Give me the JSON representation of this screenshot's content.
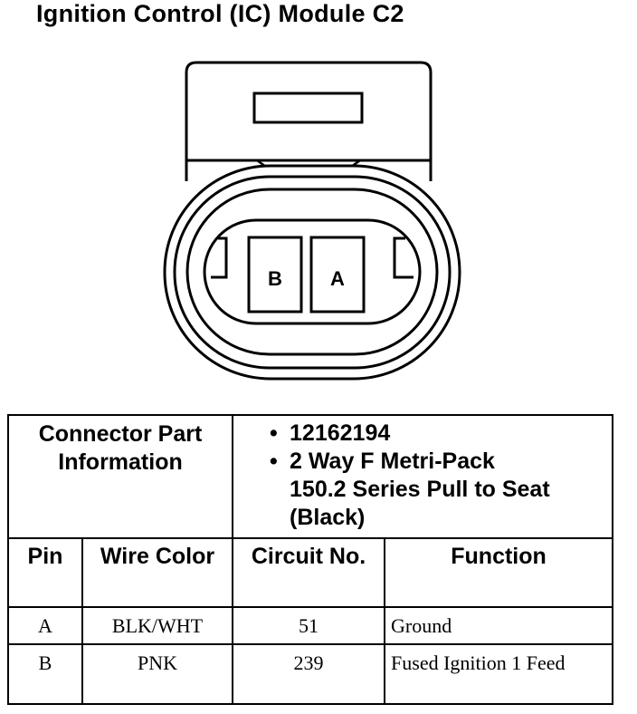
{
  "title": "Ignition Control (IC) Module C2",
  "connector": {
    "pins": [
      "B",
      "A"
    ]
  },
  "part_info": {
    "label": "Connector Part Information",
    "items": [
      "12162194",
      "2 Way F Metri-Pack 150.2 Series Pull to Seat (Black)"
    ]
  },
  "table": {
    "headers": [
      "Pin",
      "Wire Color",
      "Circuit No.",
      "Function"
    ],
    "rows": [
      [
        "A",
        "BLK/WHT",
        "51",
        "Ground"
      ],
      [
        "B",
        "PNK",
        "239",
        "Fused Ignition 1 Feed"
      ]
    ]
  }
}
